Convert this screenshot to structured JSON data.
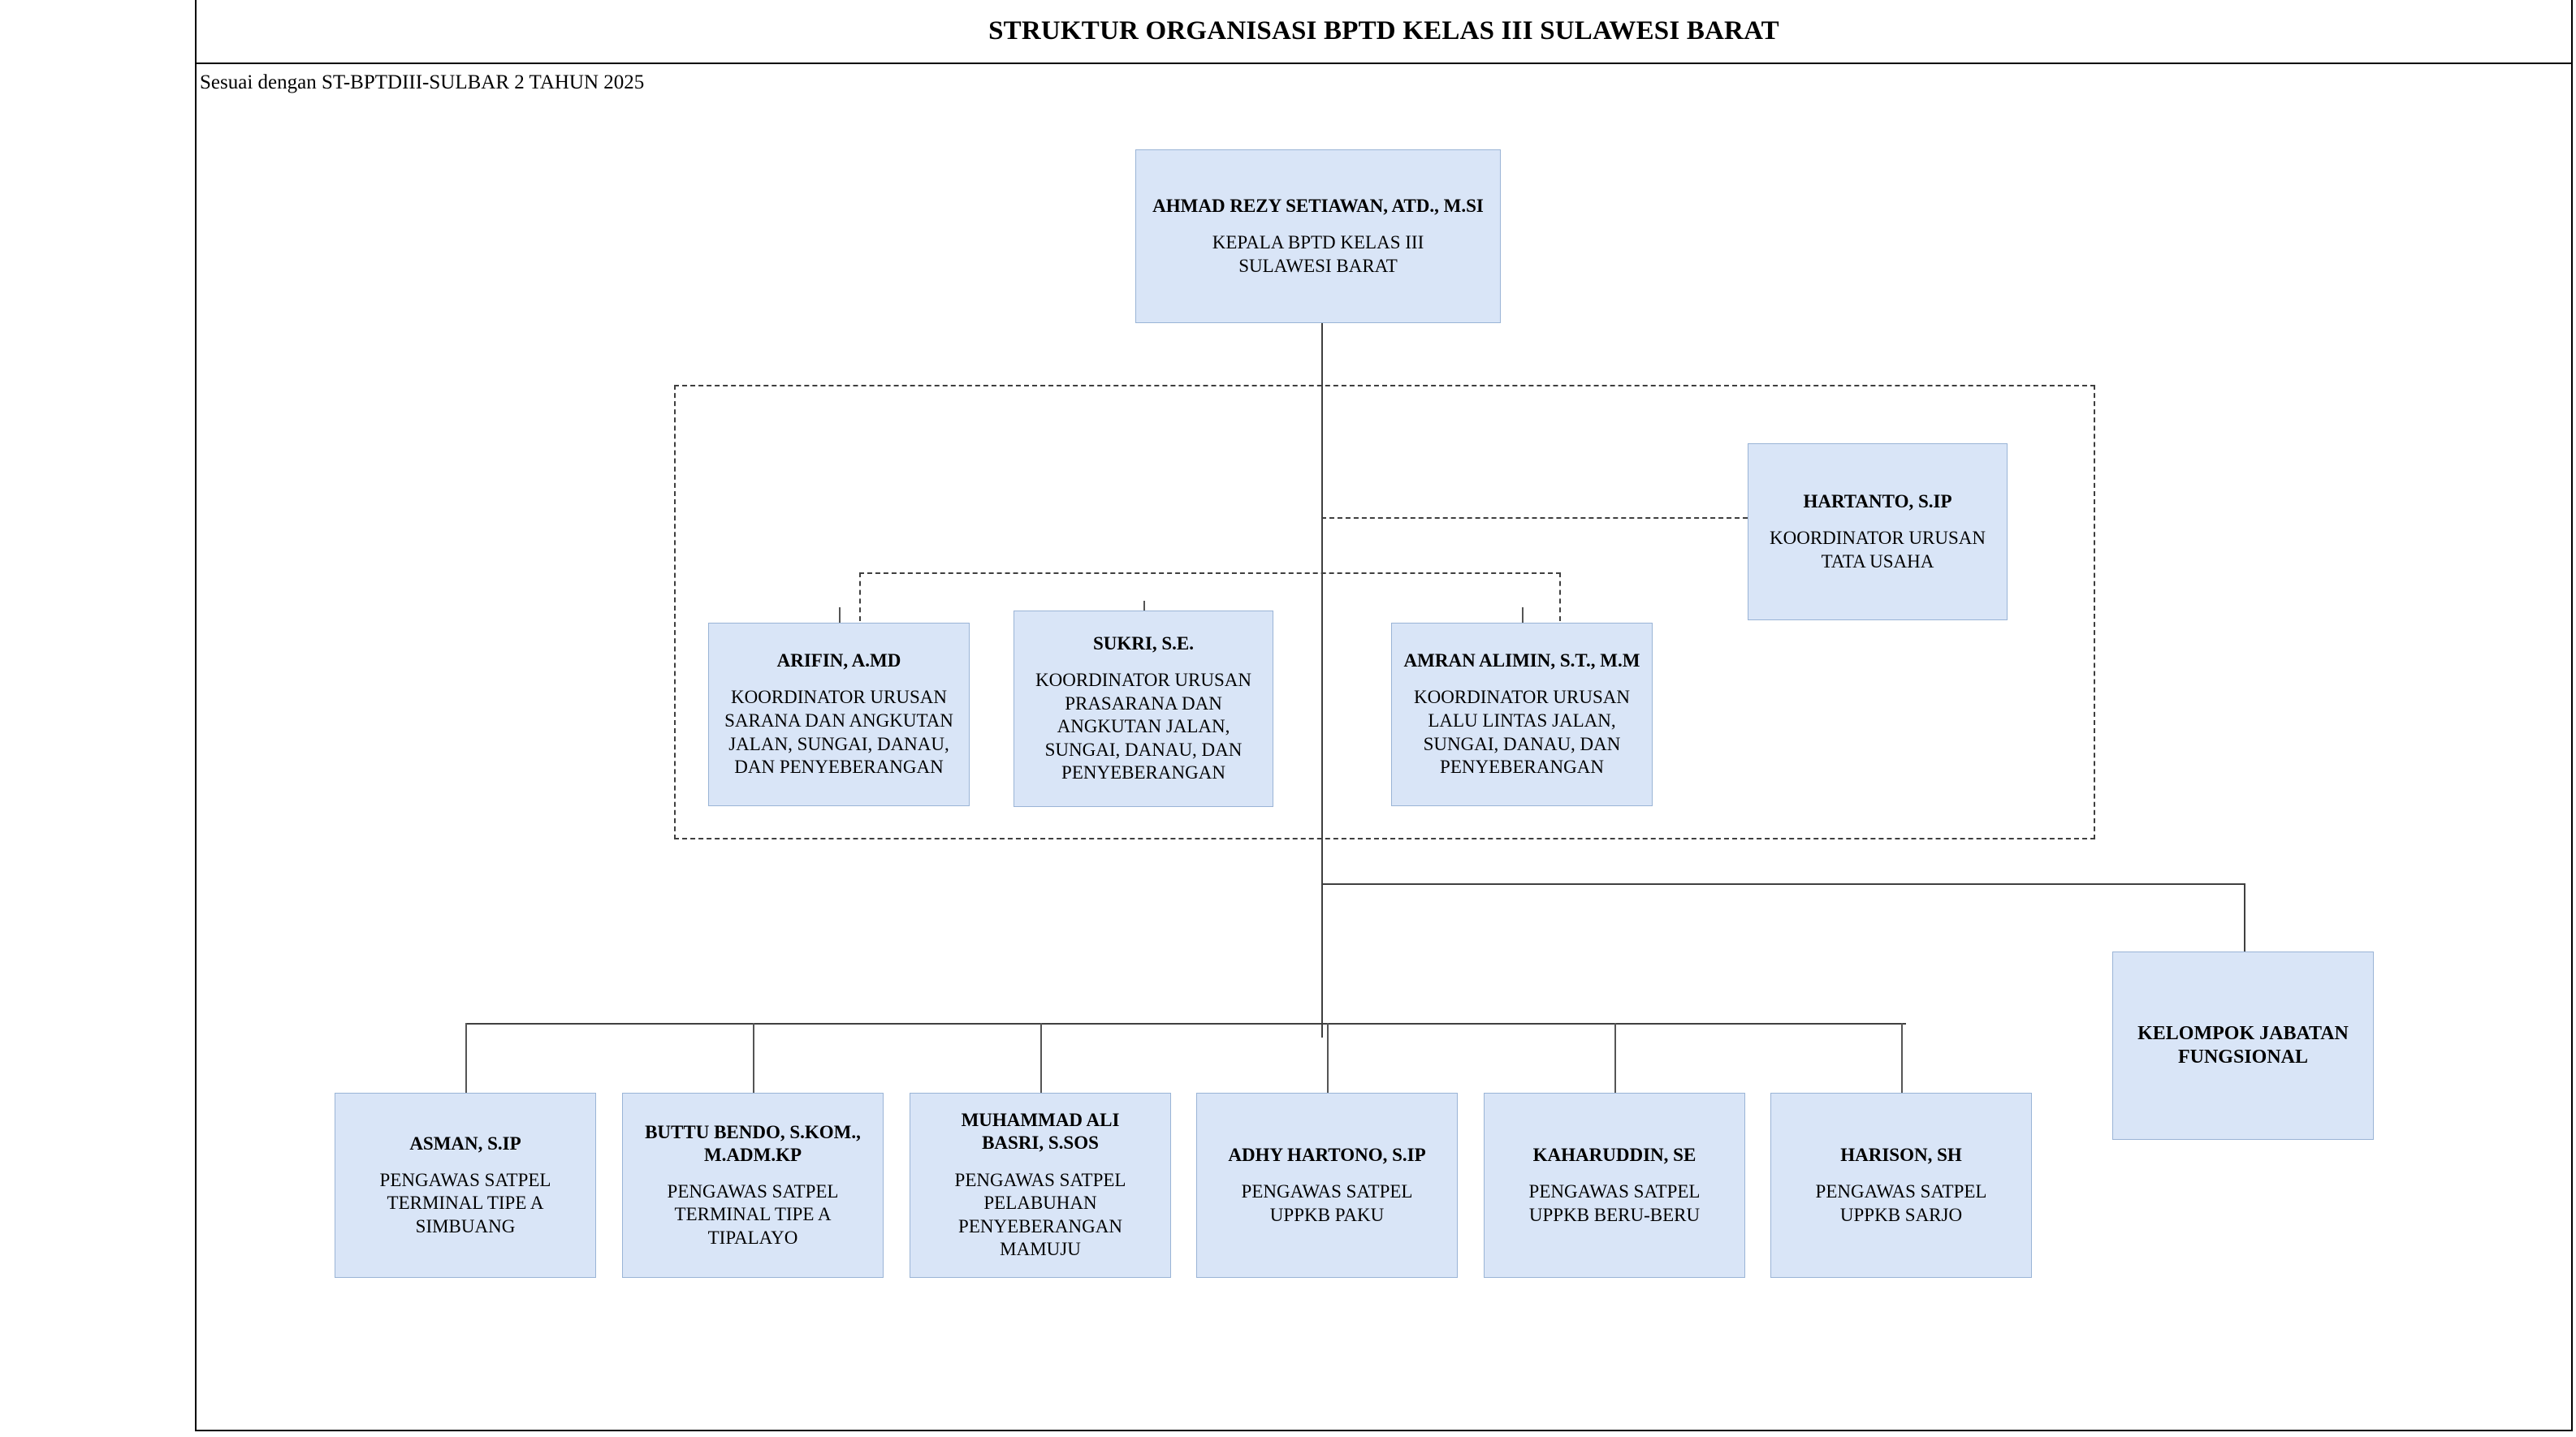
{
  "header": {
    "title": "STRUKTUR ORGANISASI BPTD KELAS III SULAWESI BARAT",
    "subtitle": "Sesuai dengan ST-BPTDIII-SULBAR 2 TAHUN 2025"
  },
  "theme": {
    "node_fill": "#d9e5f7",
    "node_border": "#9ab4d6",
    "line_color": "#3f3f3f",
    "frame_color": "#000000"
  },
  "nodes": {
    "kepala": {
      "name": "AHMAD REZY SETIAWAN, ATD., M.SI",
      "title": "KEPALA BPTD KELAS III\nSULAWESI BARAT"
    },
    "tata_usaha": {
      "name": "HARTANTO, S.IP",
      "title": "KOORDINATOR URUSAN\nTATA USAHA"
    },
    "koordinator": [
      {
        "name": "ARIFIN, A.MD",
        "title": "KOORDINATOR URUSAN\nSARANA DAN ANGKUTAN\nJALAN, SUNGAI, DANAU,\nDAN PENYEBERANGAN"
      },
      {
        "name": "SUKRI, S.E.",
        "title": "KOORDINATOR URUSAN\nPRASARANA DAN\nANGKUTAN JALAN,\nSUNGAI, DANAU, DAN\nPENYEBERANGAN"
      },
      {
        "name": "AMRAN ALIMIN, S.T., M.M",
        "title": "KOORDINATOR URUSAN\nLALU LINTAS JALAN,\nSUNGAI, DANAU, DAN\nPENYEBERANGAN"
      }
    ],
    "pengawas": [
      {
        "name": "ASMAN, S.IP",
        "title": "PENGAWAS SATPEL\nTERMINAL TIPE A\nSIMBUANG"
      },
      {
        "name": "BUTTU BENDO, S.KOM.,\nM.ADM.KP",
        "title": "PENGAWAS SATPEL\nTERMINAL TIPE A\nTIPALAYO"
      },
      {
        "name": "MUHAMMAD ALI\nBASRI, S.SOS",
        "title": "PENGAWAS SATPEL\nPELABUHAN\nPENYEBERANGAN\nMAMUJU"
      },
      {
        "name": "ADHY HARTONO, S.IP",
        "title": "PENGAWAS SATPEL\nUPPKB PAKU"
      },
      {
        "name": "KAHARUDDIN, SE",
        "title": "PENGAWAS SATPEL\nUPPKB BERU-BERU"
      },
      {
        "name": "HARISON, SH",
        "title": "PENGAWAS SATPEL\nUPPKB SARJO"
      }
    ],
    "fungsional": {
      "name": "KELOMPOK JABATAN\nFUNGSIONAL"
    }
  }
}
